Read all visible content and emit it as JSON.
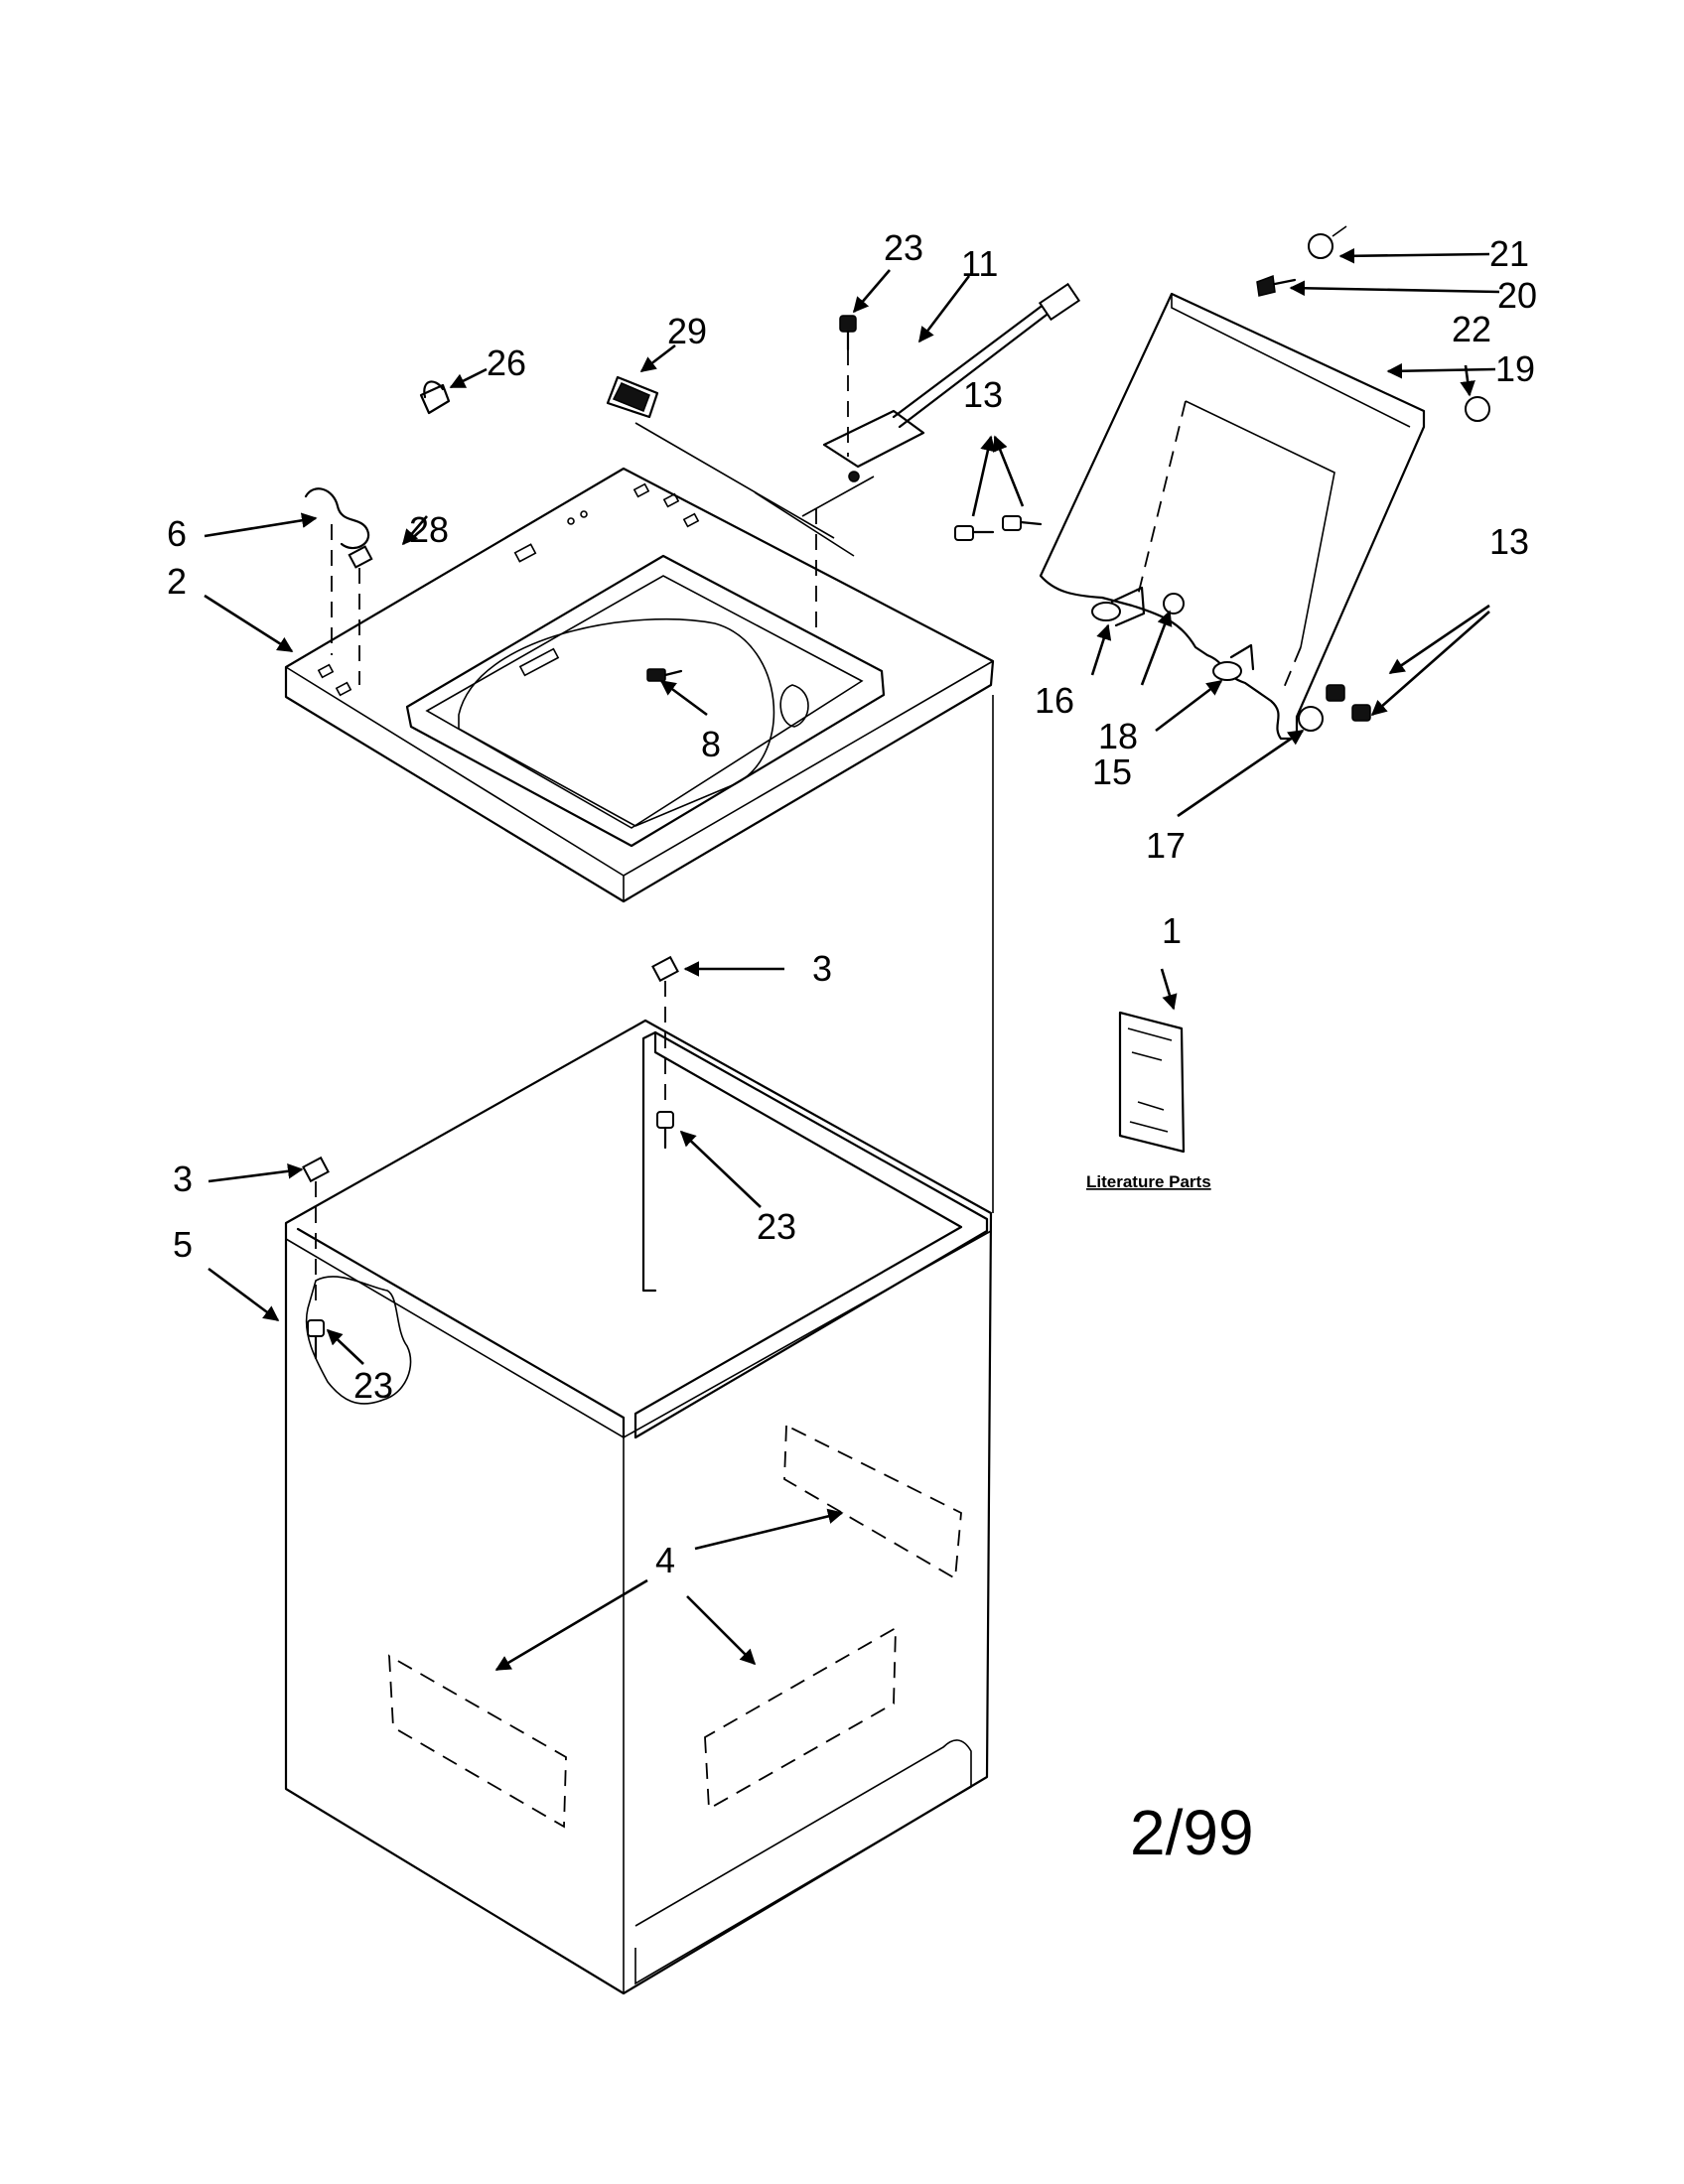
{
  "callouts": {
    "c1": "1",
    "c2": "2",
    "c3a": "3",
    "c3b": "3",
    "c4": "4",
    "c5": "5",
    "c6": "6",
    "c8": "8",
    "c11": "11",
    "c13a": "13",
    "c13b": "13",
    "c15": "15",
    "c16": "16",
    "c17": "17",
    "c18": "18",
    "c19": "19",
    "c20": "20",
    "c21": "21",
    "c22": "22",
    "c23a": "23",
    "c23b": "23",
    "c23c": "23",
    "c26": "26",
    "c28": "28",
    "c29": "29"
  },
  "literature_label": "Literature Parts",
  "revision": "2/99"
}
